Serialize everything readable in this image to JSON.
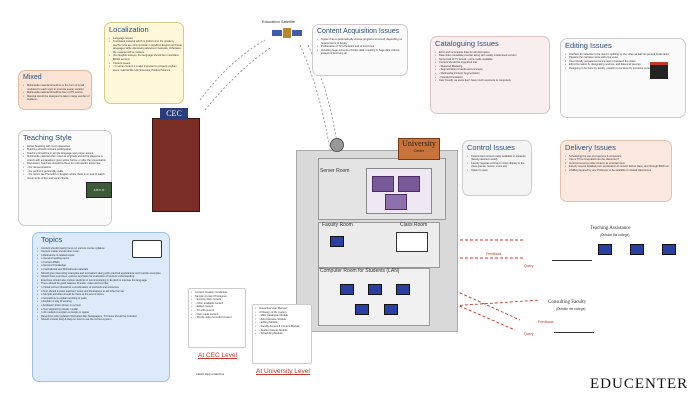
{
  "mixed": {
    "title": "Mixed",
    "items": [
      "Multimedia material should be in the form of small modules for each topic to promote easier revision.",
      "Multimedia material should be free of ITS source.",
      "Material should be designed to take in large number of students."
    ]
  },
  "localization": {
    "title": "Localization",
    "items": [
      "Language issues",
      "Translated material which is preferred to the grade by teacher who are communicate in localized English and local languages while discussing advanced materials. Otherwise, the material will be useless.",
      "(For English lessons, the language should be in standard British accent)",
      "Content issues:",
      "- In some content it is also important to properly explain some material like Life Sciences, Political Science"
    ]
  },
  "teaching": {
    "title": "Teaching Style",
    "items": [
      "Active Teaching with much interaction",
      "Teaching should motivate participation",
      "Teaching should be in simple language and proper accent",
      "Multimedia material when used as originally should be played at a stretch with explanations given either before or after the presentation.",
      "Discussion: Teachers should be there for mid specific action like",
      "- For demonstrations",
      "- For pertinent personality skills",
      "- For topics like Phonetics in English where there is a need to watch movements of lips and vocal chords."
    ],
    "board": "A B C D"
  },
  "topics": {
    "title": "Topics",
    "items": [
      "Content should mainly focus on current course syllabus",
      "Content matter should also cover:",
      "o Relevance to related topics",
      "o General reading topics",
      "o Current Affairs",
      "o General Knowledge",
      "o Inspirational and Motivational materials",
      "Should give interesting examples and animations along with practical applications and real-life examples",
      "Should have exercises, quizzes and tests for evaluation of student understanding",
      "Exercises should also involve students in communicating in English to improve the language",
      "There should be good balance of audio, video and text like:",
      "o Visual content should be a combination of methods and resources",
      "o Text should involve teachers' notes and illustrations to aid other format",
      "o Sample activities should be there at the end of topics",
      "o Animations to explain working of parts",
      "o Explain a way of working",
      "o Explainer tricks shown on screen",
      "o Text supporting visuals / audio",
      "o 3D models to explain concepts in space",
      "Resources with updated information like Newspapers, TV News should be included",
      "Should include FAQ & Help on how to use the current system"
    ]
  },
  "acquisition": {
    "title": "Content Acquisition Issues",
    "items": [
      "System has to automatically choose programs to record, depending on requirements of faculty",
      "Proliferation of TV schedules and of outcomes",
      "Including huge amounts of video data, resulting in huge data volume; instead of archiving all"
    ]
  },
  "cataloguing": {
    "title": "Cataloguing Issues",
    "items": [
      "Error and incomplete data for all information",
      "Data video metadata provider along with neatly modernised version",
      "Some kind of TV format - more made available",
      "Content should be organized into:",
      "- Required Modeling",
      "- Segmentation of audio and concepts",
      "- Multimedia Content Segmentation",
      "- Needed Annotation",
      "User friendly as users don't have much exposure to computers"
    ]
  },
  "editing": {
    "title": "Editing Issues",
    "items": [
      "Interface for selection to be used in splitting up the video as well as general bookmarks",
      "Replace the narrative voice with own voice",
      "Insert locally prepared enhancement in between the video",
      "Edit information by designating sources, and data and sources",
      "Designing to be done by faculty, creation to be done by someone outside the Institute"
    ]
  },
  "control": {
    "title": "Control Issues",
    "items": [
      "Customized content made available to students (faculty-desired model)",
      "Faculty requires control on video display to the class (pause, review, move etc)",
      "Option to save"
    ]
  },
  "delivery": {
    "title": "Delivery Issues",
    "items": [
      "Scheduling the use of projectors & computers",
      "Can a TV be integrated into the classroom?",
      "Avoid processing video content as entertainment",
      "Faculty require detailed prior explanation of content before class, and through BNW etc.",
      "A MBA prepared by one Professor to be available to related classrooms"
    ]
  },
  "cec": {
    "title": "At CEC Level",
    "list": [
      "Content Creation Guidelines",
      "Sample Content Prototypes",
      "- Existing CEC content",
      "- Other available content",
      "- Edited content",
      "- TV edit content",
      "- Own made content",
      "- Simple video recorded content"
    ]
  },
  "univ": {
    "title": "At University Level",
    "list": [
      "Interactive User Manual",
      "UI Design of the system",
      "- Main Catalogue Module",
      "- Administration Module",
      "- Editing Module",
      "- Faculty Access & Content Module",
      "- Student Access Module",
      "- Scheduling Module"
    ]
  },
  "labels": {
    "satellite": "Education Satellite",
    "cec_sign": "CEC",
    "university": "University",
    "university_sub": "Centre",
    "server_room": "Server Room",
    "faculty_room": "Faculty Room",
    "class_room": "Class Room",
    "lan_room": "Computer Room for Students (LAN)",
    "teaching_asst": "Teaching Assistance",
    "teaching_asst_sub": "(Outside the college)",
    "consulting": "Consulting Faculty",
    "consulting_sub": "(Outside the college)",
    "brand": "EDUCENTER",
    "logo": "Omni Opportunities",
    "feedback": "Feedback",
    "query": "Query",
    "feedback2": "Feedback",
    "query2": "Query"
  }
}
